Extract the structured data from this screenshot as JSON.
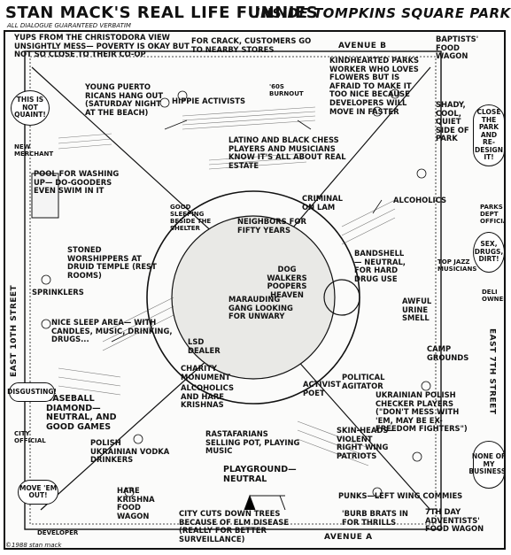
{
  "header": {
    "title": "STAN MACK'S REAL LIFE FUNNIES",
    "subtitle": "ALL DIALOGUE GUARANTEED VERBATIM",
    "place": "INSIDE TOMPKINS SQUARE PARK"
  },
  "streets": {
    "north": "AVENUE B",
    "south": "AVENUE A",
    "west": "EAST 10TH STREET",
    "east": "EAST 7TH STREET"
  },
  "labels": {
    "yups": "YUPS FROM THE CHRISTODORA VIEW UNSIGHTLY MESS— POVERTY IS OKAY BUT NOT SO CLOSE TO THEIR CO-OP",
    "crack": "FOR CRACK, CUSTOMERS GO TO NEARBY STORES",
    "kindhearted": "KINDHEARTED PARKS WORKER WHO LOVES FLOWERS BUT IS AFRAID TO MAKE IT TOO NICE BECAUSE DEVELOPERS WILL MOVE IN FASTER",
    "baptists": "BAPTISTS' FOOD WAGON",
    "young_pr": "YOUNG PUERTO RICANS HANG OUT (SATURDAY NIGHT AT THE BEACH)",
    "hippie": "HIPPIE ACTIVISTS",
    "burnout": "'60s BURNOUT",
    "shady": "SHADY, COOL, QUIET SIDE OF PARK",
    "chess": "LATINO AND BLACK CHESS PLAYERS AND MUSICIANS KNOW IT'S ALL ABOUT REAL ESTATE",
    "new_merchant": "NEW MERCHANT",
    "pool": "POOL FOR WASHING UP— DO-GOODERS EVEN SWIM IN IT",
    "good_sleeping": "GOOD SLEEPING BESIDE THE SHELTER",
    "criminal": "CRIMINAL ON LAM",
    "neighbors": "NEIGHBORS FOR FIFTY YEARS",
    "alcoholics_ne": "ALCOHOLICS",
    "stoned": "STONED WORSHIPPERS AT DRUID TEMPLE (REST ROOMS)",
    "dog_walkers": "DOG WALKERS POOPERS HEAVEN",
    "bandshell": "BANDSHELL— NEUTRAL, FOR HARD DRUG USE",
    "top_jazz": "TOP JAZZ MUSICIANS",
    "sprinklers": "SPRINKLERS",
    "marauding": "MARAUDING GANG LOOKING FOR UNWARY",
    "awful_urine": "AWFUL URINE SMELL",
    "nice_sleep": "NICE SLEEP AREA— WITH CANDLES, MUSIC, DRINKING, DRUGS...",
    "lsd": "LSD DEALER",
    "camp": "CAMP GROUNDS",
    "charity": "CHARITY MONUMENT",
    "alcoholics_kr": "ALCOHOLICS AND HARE KRISHNAS",
    "activist": "ACTIVIST POET",
    "political": "POLITICAL AGITATOR",
    "baseball": "BASEBALL DIAMOND— NEUTRAL, AND GOOD GAMES",
    "ukrainian_polish": "UKRAINIAN POLISH CHECKER PLAYERS (\"DON'T MESS WITH 'EM, MAY BE EX-FREEDOM FIGHTERS\")",
    "polish_vodka": "POLISH UKRAINIAN VODKA DRINKERS",
    "rastafarians": "RASTAFARIANS SELLING POT, PLAYING MUSIC",
    "skinheads": "SKIN-HEADS— VIOLENT RIGHT WING PATRIOTS",
    "playground": "PLAYGROUND— NEUTRAL",
    "hare_krishna": "HARE KRISHNA FOOD WAGON",
    "punks": "PUNKS—LEFT WING COMMIES",
    "city_cuts": "CITY CUTS DOWN TREES BECAUSE OF ELM DISEASE (REALLY FOR BETTER SURVEILLANCE)",
    "burb": "'BURB BRATS IN FOR THRILLS",
    "seventh_day": "7TH DAY ADVENTISTS' FOOD WAGON",
    "developer": "DEVELOPER",
    "city_official": "CITY OFFICIAL",
    "parks_dept": "PARKS DEPT OFFICIAL",
    "deli_owner": "DELI OWNER"
  },
  "bubbles": {
    "not_quaint": "THIS IS NOT QUAINT!",
    "close_park": "CLOSE THE PARK AND RE-DESIGN IT!",
    "sex_drugs": "SEX, DRUGS, DIRT!",
    "disgusting": "DISGUSTING!",
    "move_em_out": "MOVE 'EM OUT!",
    "none_of_my": "NONE OF MY BUSINESS!"
  },
  "credit": "©1988 stan mack"
}
